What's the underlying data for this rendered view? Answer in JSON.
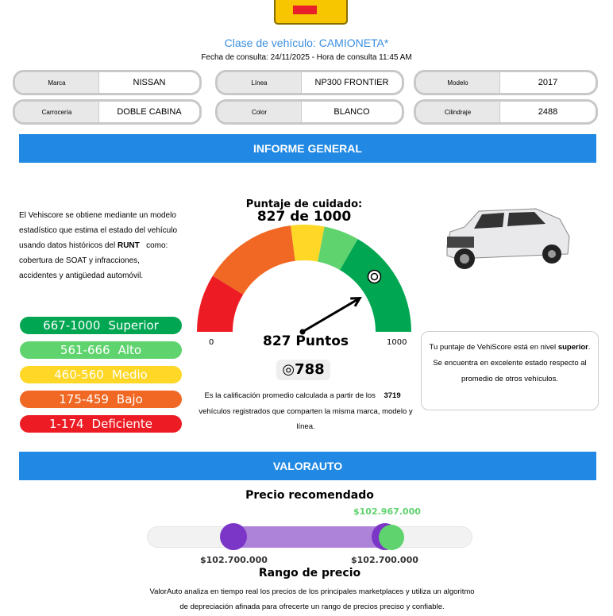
{
  "header": {
    "vehicle_class": "Clase de vehículo: CAMIONETA*",
    "consult_date": "Fecha de consulta: 24/11/2025  -  Hora de consulta 11:45 AM"
  },
  "fields": [
    {
      "label": "Marca",
      "value": "NISSAN"
    },
    {
      "label": "Línea",
      "value": "NP300 FRONTIER"
    },
    {
      "label": "Modelo",
      "value": "2017"
    },
    {
      "label": "Carrocería",
      "value": "DOBLE CABINA"
    },
    {
      "label": "Color",
      "value": "BLANCO"
    },
    {
      "label": "Cilindraje",
      "value": "2488"
    }
  ],
  "sections": {
    "general": "INFORME GENERAL",
    "valorauto": "VALORAUTO"
  },
  "vehiscore": {
    "desc_1": "El Vehiscore se obtiene mediante un modelo estadístico que estima el estado del vehículo usando datos históricos del",
    "desc_bold": "RUNT",
    "desc_2": "como: cobertura de SOAT y infracciones, accidentes y antigüedad automóvil.",
    "levels": [
      {
        "range": "667-1000",
        "label": "Superior",
        "color": "#00a651",
        "min": 667,
        "max": 1000
      },
      {
        "range": "561-666",
        "label": "Alto",
        "color": "#5fd36e",
        "min": 561,
        "max": 666
      },
      {
        "range": "460-560",
        "label": "Medio",
        "color": "#ffd726",
        "min": 460,
        "max": 560
      },
      {
        "range": "175-459",
        "label": "Bajo",
        "color": "#f06824",
        "min": 175,
        "max": 459
      },
      {
        "range": "1-174",
        "label": "Deficiente",
        "color": "#ed1c24",
        "min": 0,
        "max": 174
      }
    ],
    "gauge_title": "Puntaje de cuidado:",
    "gauge_score": "827 de 1000",
    "score": 827,
    "average": 788,
    "points_label": "827 Puntos",
    "min_label": "0",
    "max_label": "1000",
    "avg_badge": "◎788",
    "avg_1": "Es la calificación promedio calculada a partir de los",
    "avg_count": "3719",
    "avg_2": "vehículos registrados que comparten la misma marca, modelo y línea.",
    "info_1": "Tu puntaje de VehiScore está en nivel",
    "info_level": "superior",
    "info_2": "Se encuentra en excelente estado respecto al promedio de otros vehículos."
  },
  "price": {
    "title": "Precio recomendado",
    "recommended": "$102.967.000",
    "min": "$102.700.000",
    "max": "$102.700.000",
    "range_title": "Rango de precio",
    "desc": "ValorAuto analiza en tiempo real los precios de los principales marketplaces y utiliza un algoritmo de depreciación afinada para ofrecerte un rango de precios preciso y confiable."
  }
}
